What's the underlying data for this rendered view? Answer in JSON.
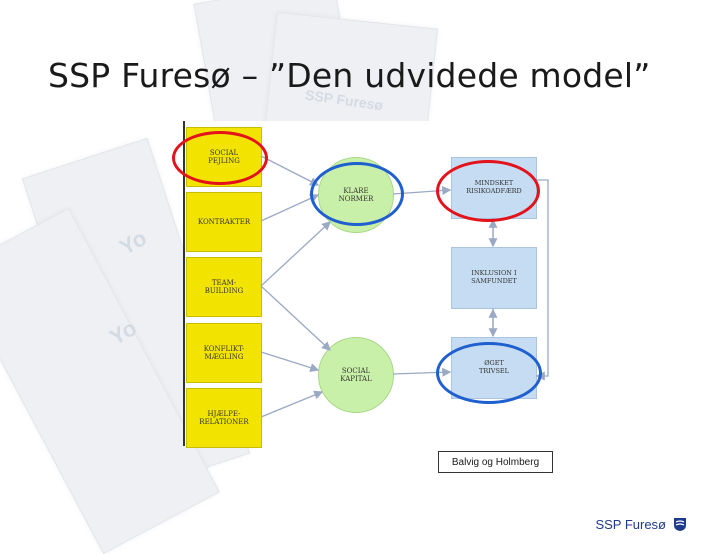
{
  "slide": {
    "title": "SSP Furesø – ”Den udvidede model”",
    "source_label": "Balvig og Holmberg",
    "footer_brand": "SSP Furesø"
  },
  "diagram": {
    "left_boxes": [
      {
        "label": "SOCIAL\nPEJLING"
      },
      {
        "label": "KONTRAKTER"
      },
      {
        "label": "TEAM-\nBUILDING"
      },
      {
        "label": "KONFLIKT-\nMÆGLING"
      },
      {
        "label": "HJÆLPE-\nRELATIONER"
      }
    ],
    "circles": [
      {
        "label": "KLARE\nNORMER"
      },
      {
        "label": "SOCIAL\nKAPITAL"
      }
    ],
    "right_boxes": [
      {
        "label": "MINDSKET\nRISIKOADFÆRD"
      },
      {
        "label": "INKLUSION I\nSAMFUNDET"
      },
      {
        "label": "ØGET\nTRIVSEL"
      }
    ]
  },
  "colors": {
    "yellow_box": "#f2e400",
    "green_circle": "#c9f0a8",
    "blue_box": "#c5dcf2",
    "red_highlight": "#e3121b",
    "blue_highlight": "#1f5fcf",
    "arrow": "#9aa9c4"
  }
}
